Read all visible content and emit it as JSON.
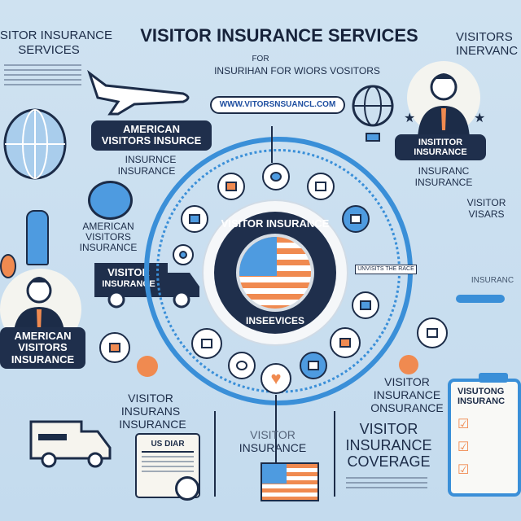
{
  "title": "VISITOR INSURANCE SERVICES",
  "top_left": {
    "line1": "VISITOR INSURANCE",
    "line2": "SERVICES"
  },
  "top_right": {
    "line1": "VISITORS",
    "line2": "INERVANC"
  },
  "for_text": "FOR",
  "subtitle": "INSURIHAN FOR WIORS VOSITORS",
  "url": "WWW.VITORSNSUANCL.COM",
  "left_badge": {
    "line1": "AMERICAN",
    "line2": "VISITORS INSURCE"
  },
  "left_sub": {
    "line1": "INSURNCE",
    "line2": "INSURANCE"
  },
  "left_mid": {
    "line1": "AMERICAN",
    "line2": "VISITORS",
    "line3": "INSURANCE"
  },
  "truck_badge": {
    "line1": "VISITOR",
    "line2": "INSURANCE"
  },
  "bottom_left_badge": {
    "line1": "AMERICAN",
    "line2": "VISITORS",
    "line3": "INSURANCE"
  },
  "right_badge": {
    "line1": "INSITITOR",
    "line2": "INSURANCE"
  },
  "right_sub": {
    "line1": "INSURANC",
    "line2": "INSURANCE"
  },
  "right_visas": {
    "line1": "VISITOR",
    "line2": "VISARS"
  },
  "right_small": "INSURANC",
  "center": {
    "top": "VISITOR INSURANCE",
    "bottom": "INSEEVICES"
  },
  "center_label": "UNVISITS THE RACE",
  "bottom_mid_left": {
    "line1": "VISITOR",
    "line2": "INSURANS",
    "line3": "INSURANCE"
  },
  "doc_card_title": "US DIAR",
  "bottom_center": {
    "line1": "VISITOR",
    "line2": "INSURANCE"
  },
  "bottom_right_top": {
    "line1": "VISITOR",
    "line2": "INSURANCE",
    "line3": "ONSURANCE"
  },
  "coverage": {
    "line1": "VISITOR",
    "line2": "INSURANCE",
    "line3": "COVERAGE"
  },
  "clipboard": {
    "line1": "VISUTONG",
    "line2": "INSURANC"
  },
  "colors": {
    "navy": "#1c2c48",
    "blue": "#3a8fd8",
    "orange": "#f08a50",
    "background": "#c9def0"
  }
}
